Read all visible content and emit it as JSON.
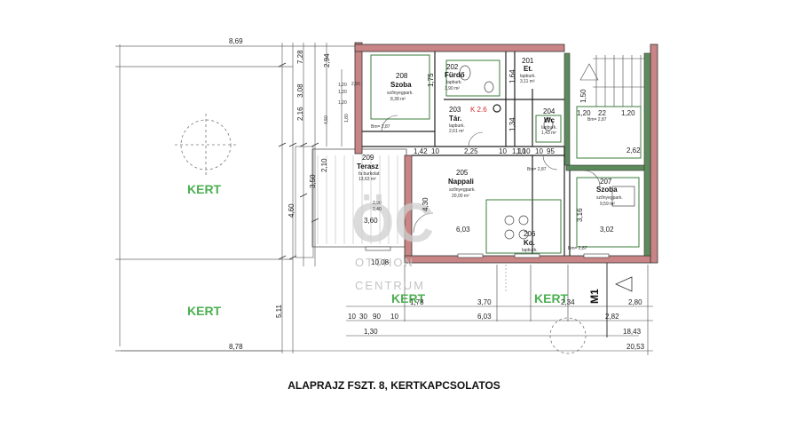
{
  "caption": "ALAPRAJZ FSZT. 8,  KERTKAPCSOLATOS",
  "gardens": [
    "KERT",
    "KERT",
    "KERT",
    "KERT"
  ],
  "rooms": [
    {
      "number": "208",
      "name": "Szoba",
      "sub1": "szőnyegpark.",
      "sub2": "8,38 m²"
    },
    {
      "number": "202",
      "name": "Fürdő",
      "sub1": "lapburk.",
      "sub2": "3,90 m²"
    },
    {
      "number": "203",
      "name": "Tár.",
      "sub1": "lapburk.",
      "sub2": "2,61 m²"
    },
    {
      "number": "201",
      "name": "Et.",
      "sub1": "lapburk.",
      "sub2": "3,11 m²"
    },
    {
      "number": "204",
      "name": "Wc",
      "sub1": "lapburk.",
      "sub2": "1,43 m²"
    },
    {
      "number": "209",
      "name": "Terasz",
      "sub1": "fa burkolat",
      "sub2": "13,63 m²"
    },
    {
      "number": "205",
      "name": "Nappali",
      "sub1": "szőnyegpark.",
      "sub2": "20,00 m²"
    },
    {
      "number": "206",
      "name": "Ko.",
      "sub1": "lapburk.",
      "sub2": ""
    },
    {
      "number": "207",
      "name": "Szoba",
      "sub1": "szőnyegpark.",
      "sub2": "9,59 m²"
    }
  ],
  "marker_k": "K 2.6",
  "section_mark": "M1",
  "bm_labels": [
    "Bm= 2,87",
    "Bm= 2,87",
    "Bm= 2,87",
    "Bm= 2,87"
  ],
  "dimensions": {
    "top": "8,69",
    "left_col": [
      "7,28",
      "3,08",
      "2,16",
      "4,60",
      "3,50",
      "2,10",
      "5,11"
    ],
    "left_small": [
      "1,20",
      "1,20",
      "1,20",
      "1,80",
      "2,90",
      "4,50"
    ],
    "upper_row": [
      "1,42",
      "10",
      "2,25",
      "10",
      "1,10",
      "10",
      "95"
    ],
    "plan_vertical": [
      "4,30",
      "3,16",
      "1,75",
      "1,64",
      "2,94",
      "1,34",
      "1,50"
    ],
    "right_small": [
      "1,20",
      "22",
      "1,20",
      "2,62"
    ],
    "terrace": [
      "3,60",
      "2,90",
      "2,40"
    ],
    "room_widths": [
      "6,03",
      "3,02"
    ],
    "room_misc": [
      "10,08",
      "1,10"
    ],
    "bottom_row1": [
      "1,78",
      "3,70",
      "2,34",
      "2,80"
    ],
    "bottom_row2": [
      "10",
      "30",
      "90",
      "10",
      "6,03",
      "2,82"
    ],
    "bottom_row3": [
      "1,30",
      "18,43"
    ],
    "bottom_row4": [
      "8,78",
      "20,53"
    ]
  },
  "watermark": {
    "logo": "ÖC",
    "line1": "OTTHON",
    "line2": "CENTRUM"
  }
}
